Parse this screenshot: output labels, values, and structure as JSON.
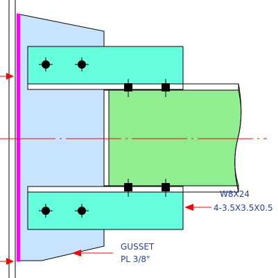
{
  "labels": {
    "section": "W8X24",
    "angles": "4-3.5X3.5X0.5",
    "gusset_name": "GUSSET",
    "gusset_plate": "PL 3/8\""
  },
  "colors": {
    "gusset_fill": "#c7e3ff",
    "angle_fill": "#66ffdd",
    "beam_fill": "#90ee90",
    "edge_plate": "#ff00ff",
    "leader": "#ff0000",
    "centerline": "#ff0000",
    "label_text": "#1a3bd6",
    "bolt": "#000000",
    "outline": "#000000"
  },
  "icons": {
    "bolt_hole": "filled-circle",
    "bolt_head": "filled-square"
  }
}
